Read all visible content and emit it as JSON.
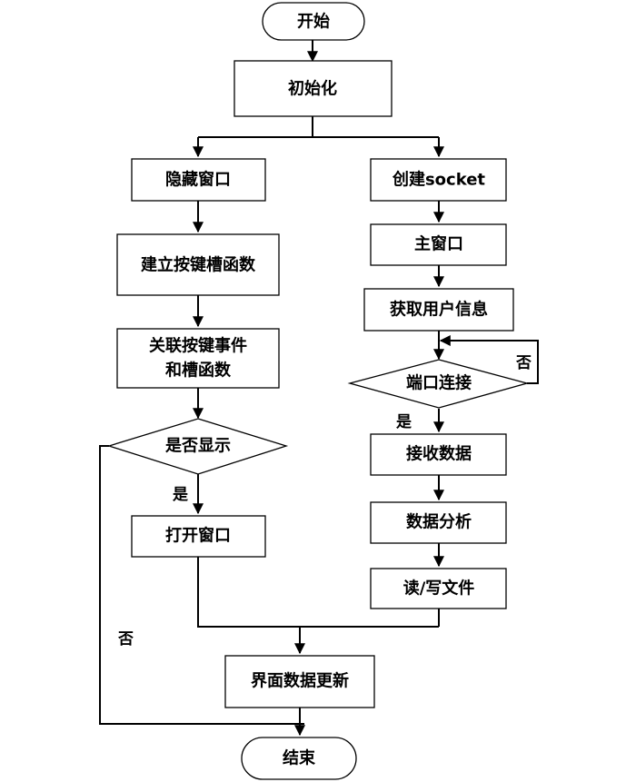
{
  "nodes": {
    "start": "开始",
    "init": "初始化",
    "hide_window": "隐藏窗口",
    "create_slot": "建立按键槽函数",
    "link_line1": "关联按键事件",
    "link_line2": "和槽函数",
    "show_decision": "是否显示",
    "open_window": "打开窗口",
    "create_socket": "创建socket",
    "main_window": "主窗口",
    "get_user_info": "获取用户信息",
    "port_connect": "端口连接",
    "receive_data": "接收数据",
    "data_analysis": "数据分析",
    "rw_file": "读/写文件",
    "update_ui": "界面数据更新",
    "end": "结束"
  },
  "edge_labels": {
    "show_yes": "是",
    "show_no": "否",
    "port_yes": "是",
    "port_no": "否"
  }
}
